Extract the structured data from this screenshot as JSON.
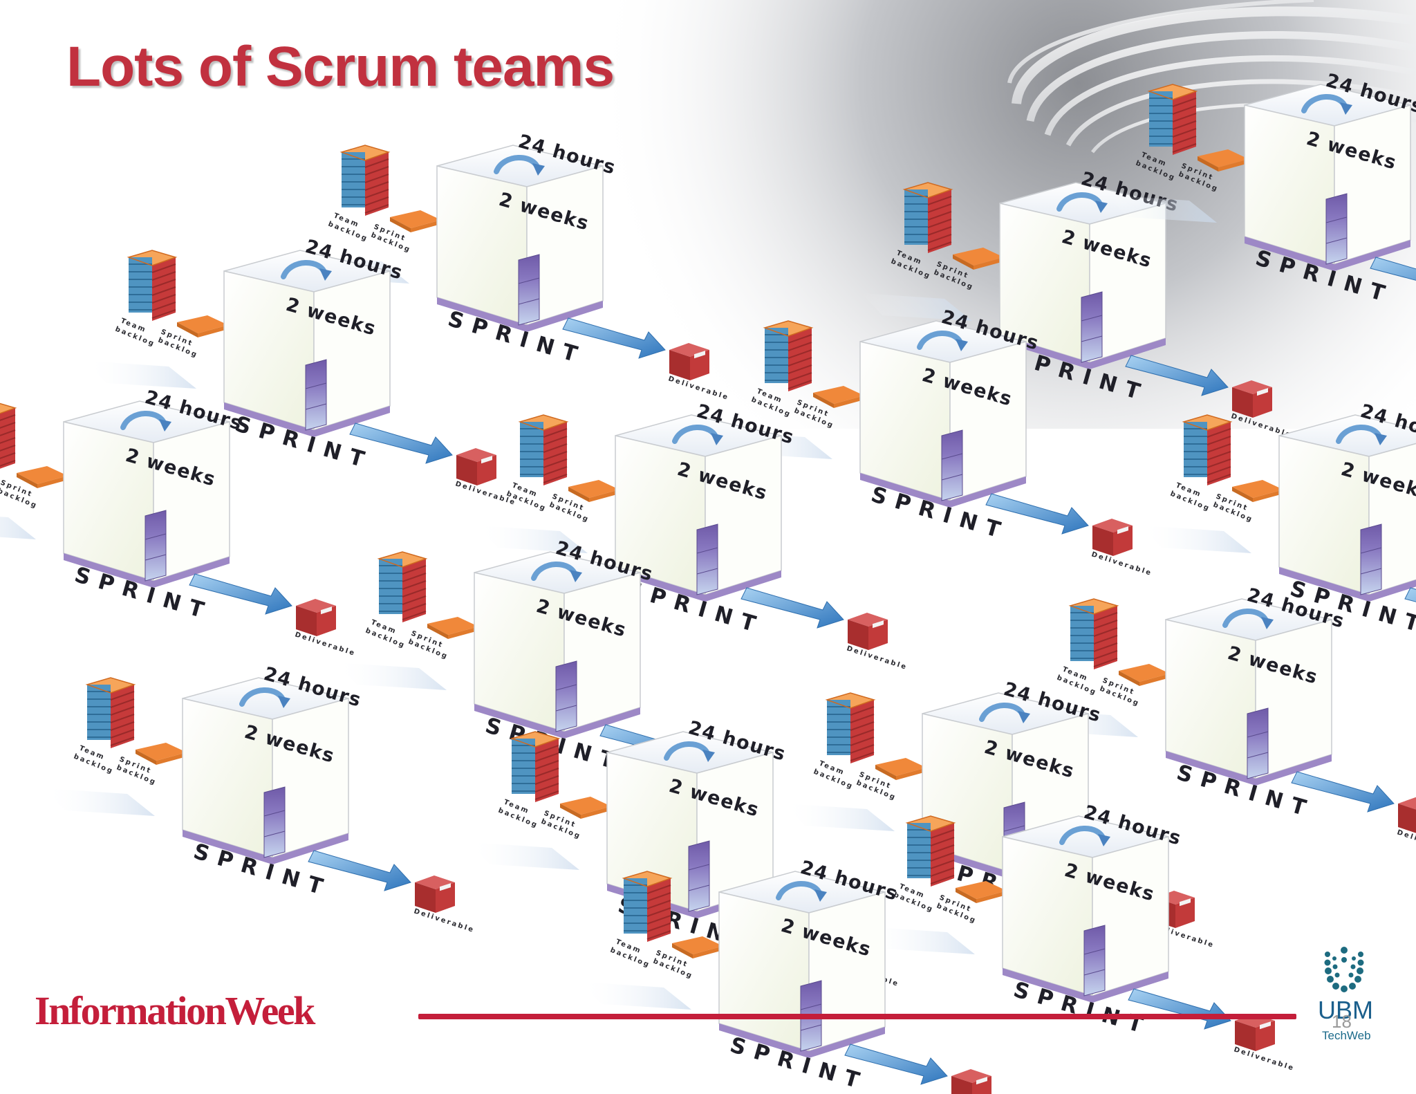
{
  "slide": {
    "title": "Lots of Scrum teams",
    "page_number": "18"
  },
  "unit_labels": {
    "daily": "24 hours",
    "duration": "2 weeks",
    "sprint": "SPRINT",
    "team_backlog_line1": "Team",
    "team_backlog_line2": "backlog",
    "sprint_backlog_line1": "Sprint",
    "sprint_backlog_line2": "backlog",
    "deliverable": "Deliverable"
  },
  "team_count": 15,
  "footer": {
    "publisher": "InformationWeek",
    "partner": "UBM",
    "partner_sub": "TechWeb"
  },
  "colors": {
    "title": "#c1313f",
    "footer_line": "#c41e3a",
    "sprint_box": "#f8fbef",
    "box_base": "#9d88c6",
    "stack_orange": "#f0883a",
    "stack_blue": "#4f94c1",
    "stack_red": "#c63a3a",
    "arrow_blue": "#4a90d0",
    "deliverable_red": "#c23a3a"
  }
}
